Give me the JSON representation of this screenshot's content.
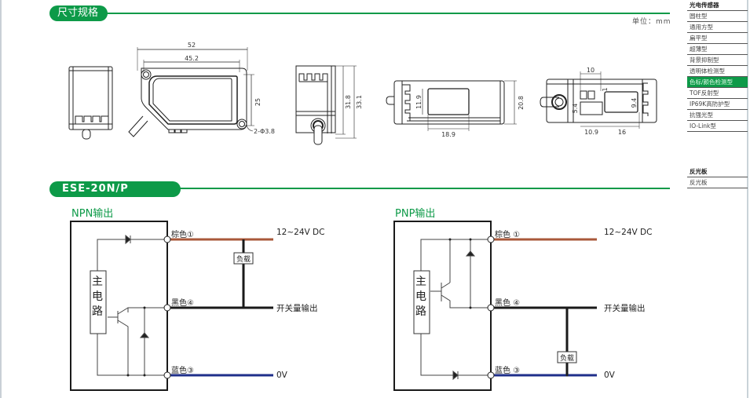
{
  "sections": {
    "dimensions_title": "尺寸规格",
    "unit_label": "单位：mm",
    "wiring_title": "ESE-20N/P"
  },
  "dimension_drawing": {
    "labels": {
      "width_total": "52",
      "hole_spacing": "45.2",
      "height": "25",
      "hole_note": "2-Φ3.8",
      "depth_inner": "31.8",
      "depth_outer": "33.1",
      "window_height": "11.9",
      "window_width": "18.9",
      "body_height": "20.8",
      "top_width": "10",
      "small_dim": "1",
      "lens_height_a": "5.4",
      "lens_height_b": "9.4",
      "lens_offset": "10.9",
      "lens_width": "16"
    }
  },
  "sidebar": {
    "group1": {
      "heading": "光电传感器",
      "items": [
        {
          "label": "圆柱型",
          "active": false
        },
        {
          "label": "通用方型",
          "active": false
        },
        {
          "label": "扁平型",
          "active": false
        },
        {
          "label": "超薄型",
          "active": false
        },
        {
          "label": "背景抑制型",
          "active": false
        },
        {
          "label": "透明体检测型",
          "active": false
        },
        {
          "label": "色标/颜色检测型",
          "active": true
        },
        {
          "label": "TOF反射型",
          "active": false
        },
        {
          "label": "IP69K高防护型",
          "active": false
        },
        {
          "label": "抗强光型",
          "active": false
        },
        {
          "label": "IO-Link型",
          "active": false
        }
      ]
    },
    "group2": {
      "heading": "反光板",
      "items": [
        {
          "label": "反光板",
          "active": false
        }
      ]
    }
  },
  "circuits": {
    "npn": {
      "title": "NPN输出",
      "main_circuit": "主电路",
      "wire_brown": "棕色①",
      "wire_black": "黑色④",
      "wire_blue": "蓝色③",
      "supply": "12~24V DC",
      "output": "开关量输出",
      "ground": "0V",
      "load": "负载"
    },
    "pnp": {
      "title": "PNP输出",
      "main_circuit": "主电路",
      "wire_brown": "棕色 ①",
      "wire_black": "黑色 ④",
      "wire_blue": "蓝色 ③",
      "supply": "12~24V DC",
      "output": "开关量输出",
      "ground": "0V",
      "load": "负载"
    }
  },
  "colors": {
    "accent": "#0d9a48",
    "wire_brown": "#a9583a",
    "wire_black": "#1a1a1a",
    "wire_blue": "#1f2f8a"
  }
}
